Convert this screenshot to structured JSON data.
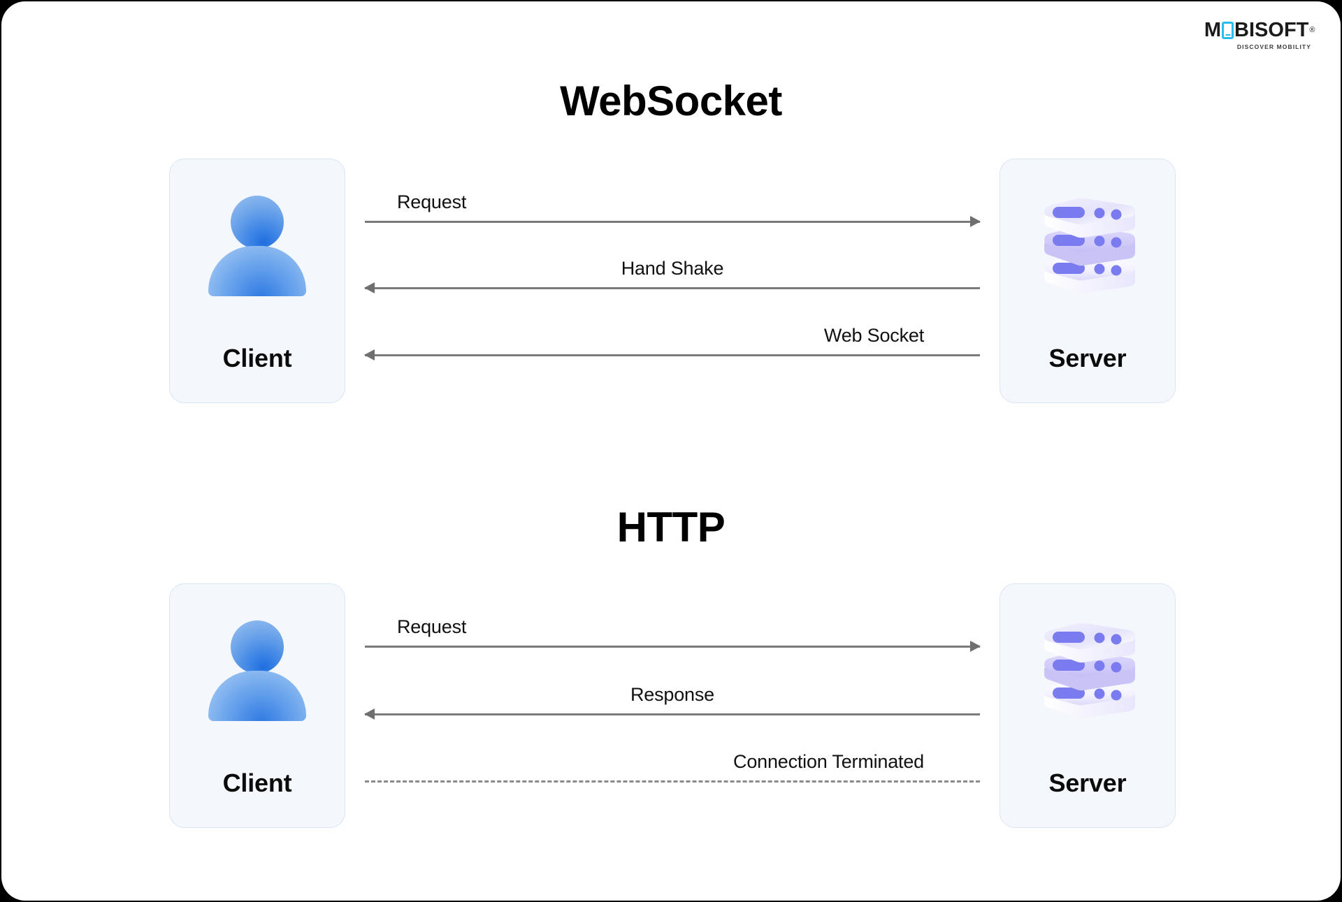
{
  "brand": {
    "name_part1": "M",
    "icon": "mobile-device-icon",
    "name_part2": "BISOFT",
    "registered_mark": "®",
    "tagline": "DISCOVER MOBILITY",
    "accent_color": "#27bdef"
  },
  "colors": {
    "card_bg": "#f4f8fd",
    "card_border": "#d9e4f5",
    "line": "#7a7a7a",
    "dashed_line": "#8a8a8a",
    "avatar_blue": "#3f86e6",
    "server_purple": "#7b7bf0",
    "text": "#000000",
    "page_bg": "#ffffff"
  },
  "sections": [
    {
      "id": "websocket",
      "title": "WebSocket",
      "left_node": {
        "label": "Client",
        "icon": "user-avatar-icon"
      },
      "right_node": {
        "label": "Server",
        "icon": "server-stack-icon"
      },
      "flows": [
        {
          "label": "Request",
          "direction": "right",
          "style": "solid",
          "label_align": "left"
        },
        {
          "label": "Hand Shake",
          "direction": "left",
          "style": "solid",
          "label_align": "center"
        },
        {
          "label": "Web Socket",
          "direction": "left",
          "style": "solid",
          "label_align": "right"
        }
      ]
    },
    {
      "id": "http",
      "title": "HTTP",
      "left_node": {
        "label": "Client",
        "icon": "user-avatar-icon"
      },
      "right_node": {
        "label": "Server",
        "icon": "server-stack-icon"
      },
      "flows": [
        {
          "label": "Request",
          "direction": "right",
          "style": "solid",
          "label_align": "left"
        },
        {
          "label": "Response",
          "direction": "left",
          "style": "solid",
          "label_align": "center"
        },
        {
          "label": "Connection Terminated",
          "direction": "none",
          "style": "dashed",
          "label_align": "right"
        }
      ]
    }
  ]
}
